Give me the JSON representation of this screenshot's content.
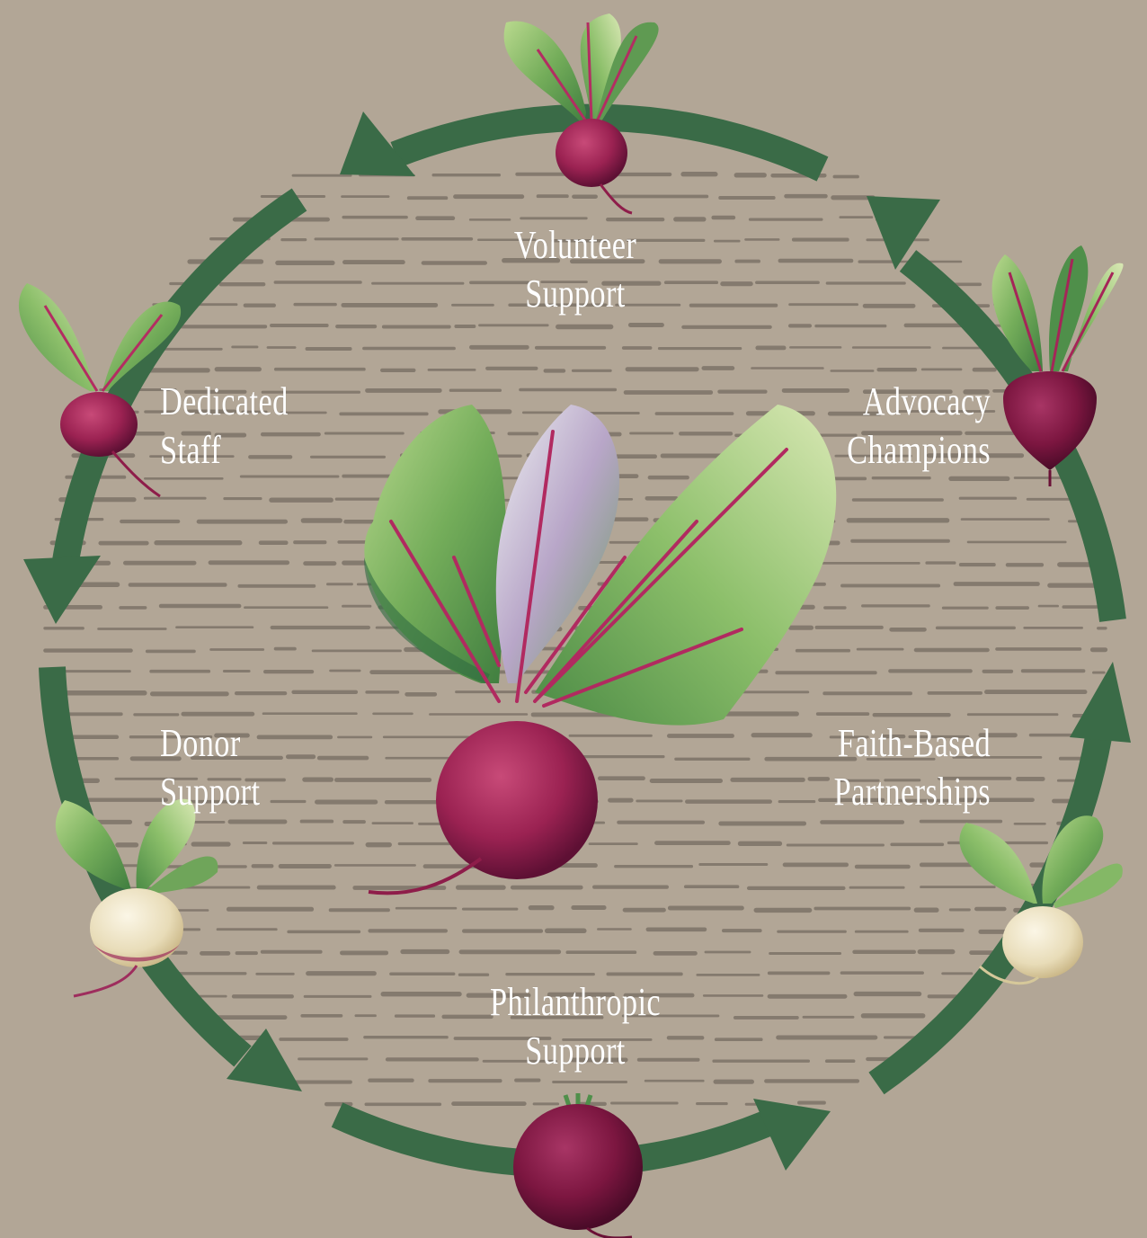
{
  "labels": {
    "volunteer": [
      "Volunteer",
      "Support"
    ],
    "advocacy": [
      "Advocacy",
      "Champions"
    ],
    "faith": [
      "Faith-Based",
      "Partnerships"
    ],
    "philanthropic": [
      "Philanthropic",
      "Support"
    ],
    "donor": [
      "Donor",
      "Support"
    ],
    "staff": [
      "Dedicated",
      "Staff"
    ]
  },
  "colors": {
    "background": "#b2a696",
    "stripes": "#7d7368",
    "arrow": "#3a6b47",
    "beet": "#8e1d4a",
    "turnip": "#efe6d0",
    "leaf": "#5d9a48",
    "label": "#ffffff"
  },
  "icons": [
    "beet-icon",
    "turnip-icon",
    "arrow-icon"
  ]
}
